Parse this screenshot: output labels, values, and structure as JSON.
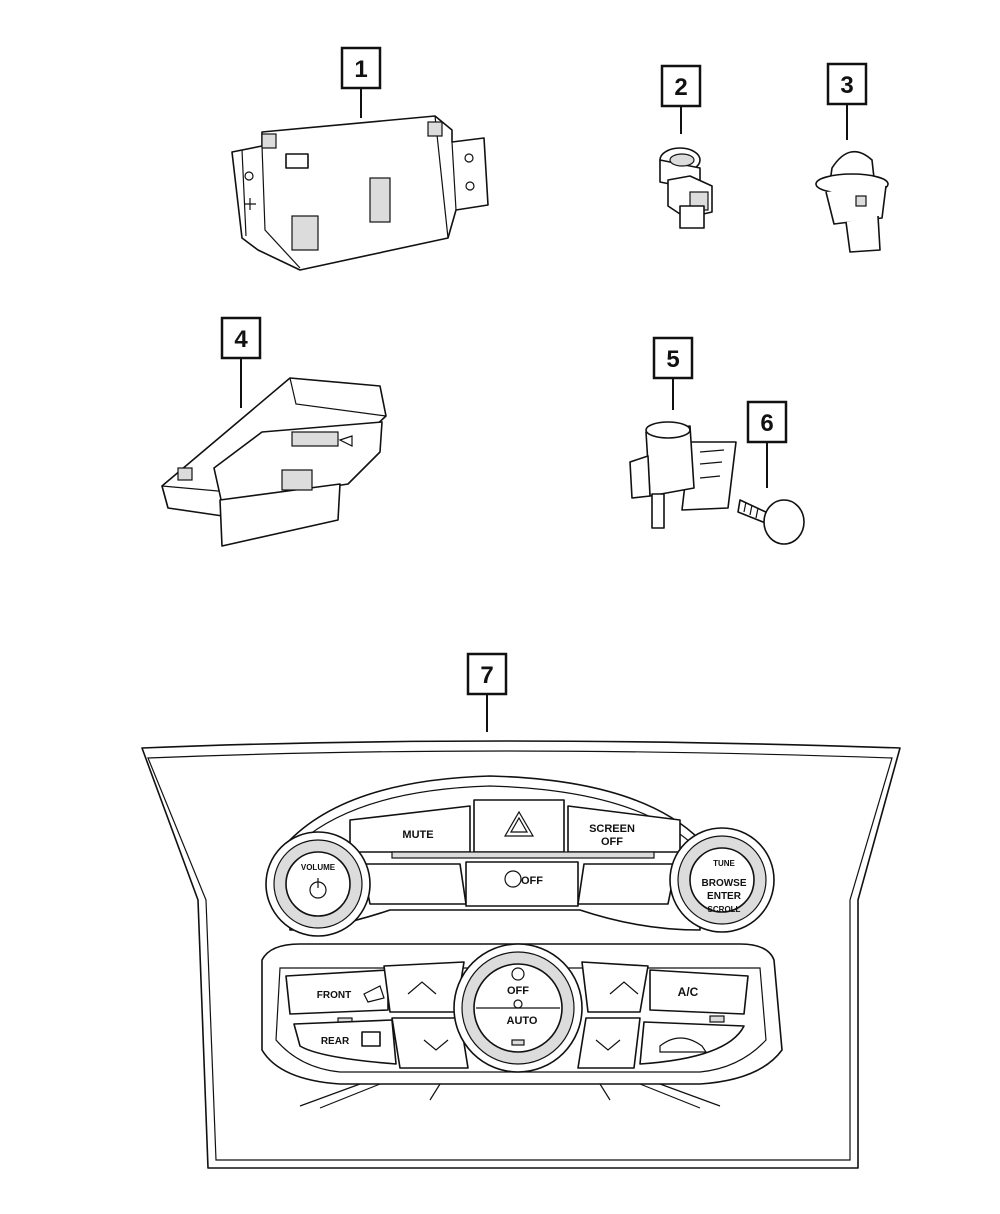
{
  "callouts": [
    {
      "id": "1",
      "label": "1"
    },
    {
      "id": "2",
      "label": "2"
    },
    {
      "id": "3",
      "label": "3"
    },
    {
      "id": "4",
      "label": "4"
    },
    {
      "id": "5",
      "label": "5"
    },
    {
      "id": "6",
      "label": "6"
    },
    {
      "id": "7",
      "label": "7"
    }
  ],
  "panel": {
    "mute": "MUTE",
    "screen_off_line1": "SCREEN",
    "screen_off_line2": "OFF",
    "traction_off": "OFF",
    "volume": "VOLUME",
    "tune": "TUNE",
    "browse": "BROWSE",
    "enter": "ENTER",
    "scroll": "SCROLL",
    "front": "FRONT",
    "rear": "REAR",
    "fan_off": "OFF",
    "auto": "AUTO",
    "ac": "A/C"
  }
}
